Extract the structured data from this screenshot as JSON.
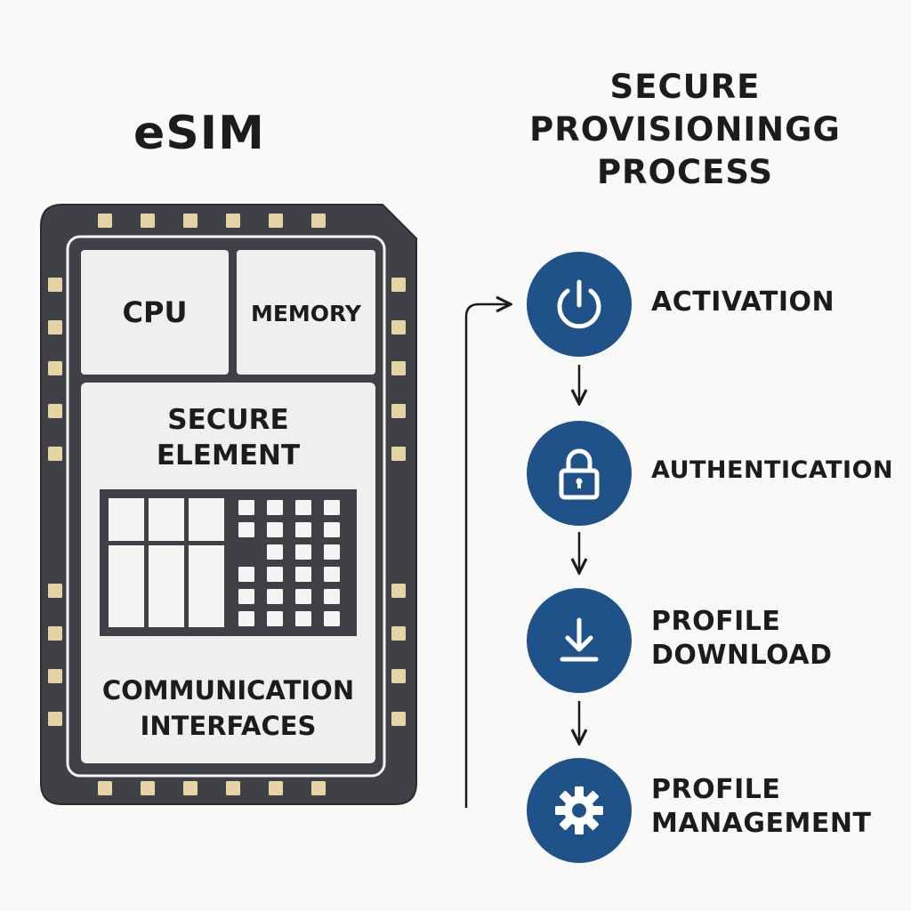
{
  "left": {
    "title": "eSIM",
    "chip": {
      "cpu": "CPU",
      "memory": "MEMORY",
      "secure_element": [
        "SECURE",
        "ELEMENT"
      ],
      "communication": [
        "COMMUNICATION",
        "INTERFACES"
      ]
    }
  },
  "right": {
    "title": [
      "SECURE",
      "PROVISIONINGG",
      "PROCESS"
    ],
    "steps": [
      {
        "icon": "power-icon",
        "lines": [
          "ACTIVATION"
        ]
      },
      {
        "icon": "lock-icon",
        "lines": [
          "AUTHENTICATION"
        ]
      },
      {
        "icon": "download-icon",
        "lines": [
          "PROFILE",
          "DOWNLOAD"
        ]
      },
      {
        "icon": "gear-icon",
        "lines": [
          "PROFILE",
          "MANAGEMENT"
        ]
      }
    ]
  },
  "colors": {
    "chip_body": "#3f4146",
    "chip_panel": "#efefed",
    "contact_pad": "#e6d4a6",
    "step_circle": "#1f5288",
    "text": "#1c1c1c"
  }
}
